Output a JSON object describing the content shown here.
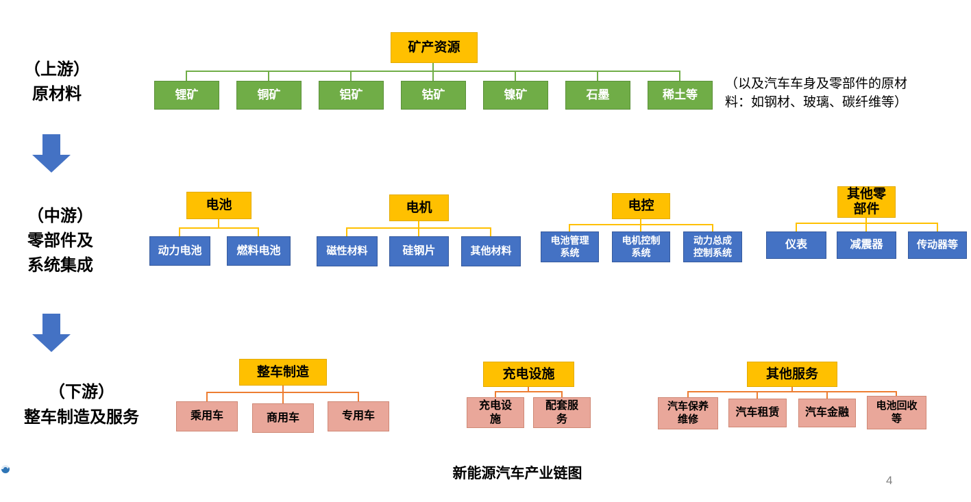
{
  "slide": {
    "title": "新能源汽车产业链图",
    "page_number": "4"
  },
  "stages": {
    "upstream": {
      "label": [
        "（上游）",
        "原材料"
      ],
      "root": "矿产资源",
      "children": [
        "锂矿",
        "铜矿",
        "铝矿",
        "钴矿",
        "镍矿",
        "石墨",
        "稀土等"
      ],
      "note": "（以及汽车车身及零部件的原材料：如钢材、玻璃、碳纤维等）"
    },
    "midstream": {
      "label": [
        "（中游）",
        "零部件及",
        "系统集成"
      ],
      "groups": [
        {
          "header": "电池",
          "children": [
            "动力电池",
            "燃料电池"
          ]
        },
        {
          "header": "电机",
          "children": [
            "磁性材料",
            "硅钢片",
            "其他材料"
          ]
        },
        {
          "header": "电控",
          "children": [
            "电池管理系统",
            "电机控制系统",
            "动力总成控制系统"
          ]
        },
        {
          "header": "其他零部件",
          "children": [
            "仪表",
            "减震器",
            "传动器等"
          ]
        }
      ]
    },
    "downstream": {
      "label": [
        "（下游）",
        "整车制造及服务"
      ],
      "groups": [
        {
          "header": "整车制造",
          "children": [
            "乘用车",
            "商用车",
            "专用车"
          ]
        },
        {
          "header": "充电设施",
          "children": [
            "充电设施",
            "配套服务"
          ]
        },
        {
          "header": "其他服务",
          "children": [
            "汽车保养维修",
            "汽车租赁",
            "汽车金融",
            "电池回收等"
          ]
        }
      ]
    }
  },
  "colors": {
    "header_fill": "#FFC000",
    "upstream_fill": "#70AD47",
    "midstream_fill": "#4472C4",
    "downstream_fill": "#E9A79A",
    "arrow_fill": "#4472C4",
    "upstream_line": "#70AD47",
    "midstream_line": "#FFC000",
    "downstream_line": "#ED7D31"
  }
}
